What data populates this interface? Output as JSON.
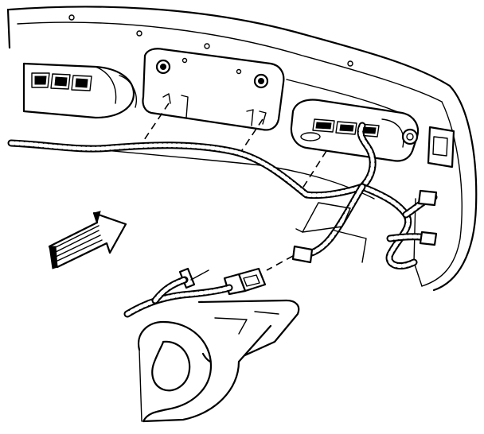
{
  "figure": {
    "description_visible_text": "",
    "colors": {
      "line": "#000000",
      "background": "#ffffff"
    },
    "parts": [
      {
        "id": "bumper-fascia"
      },
      {
        "id": "license-plate-bracket"
      },
      {
        "id": "left-turn-signal-lamp"
      },
      {
        "id": "right-turn-signal-lamp"
      },
      {
        "id": "wiring-harness"
      },
      {
        "id": "harness-connector"
      },
      {
        "id": "horn"
      },
      {
        "id": "direction-arrow"
      }
    ]
  }
}
